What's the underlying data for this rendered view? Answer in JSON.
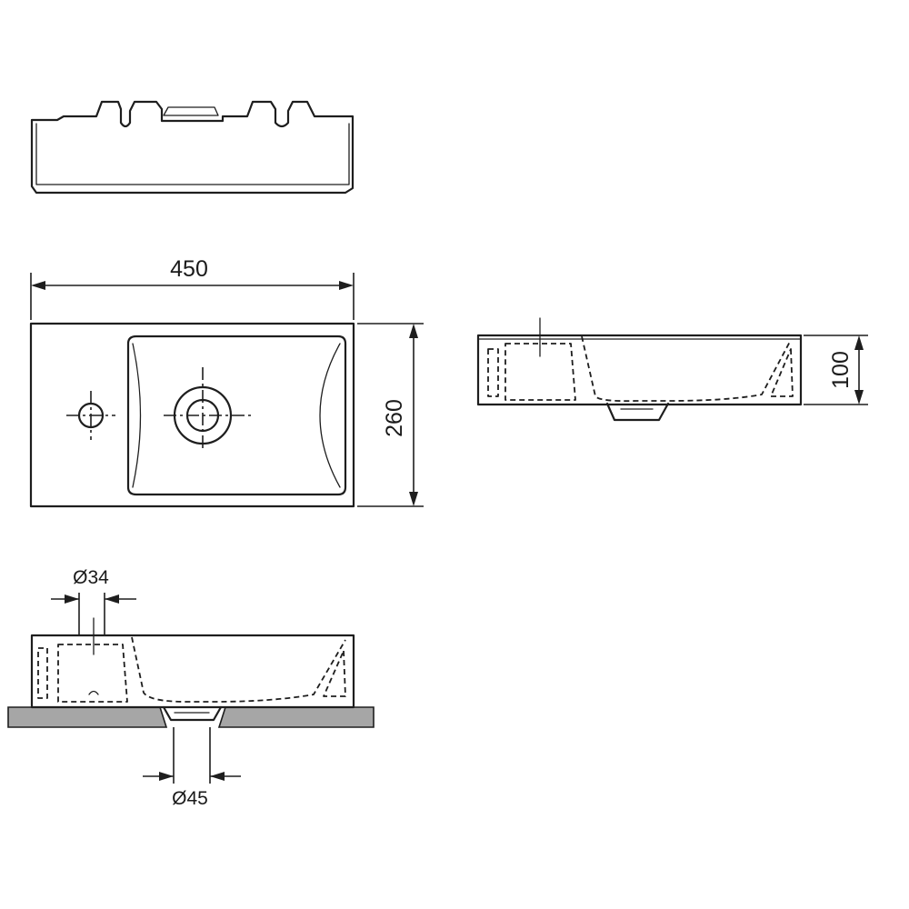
{
  "dimensions": {
    "width_top": "450",
    "depth_top": "260",
    "height_side": "100",
    "tap_hole_diameter": "Ø34",
    "waste_diameter": "Ø45"
  },
  "colors": {
    "line": "#1e1e1e",
    "countertop": "#a6a6a6",
    "background": "#ffffff"
  }
}
